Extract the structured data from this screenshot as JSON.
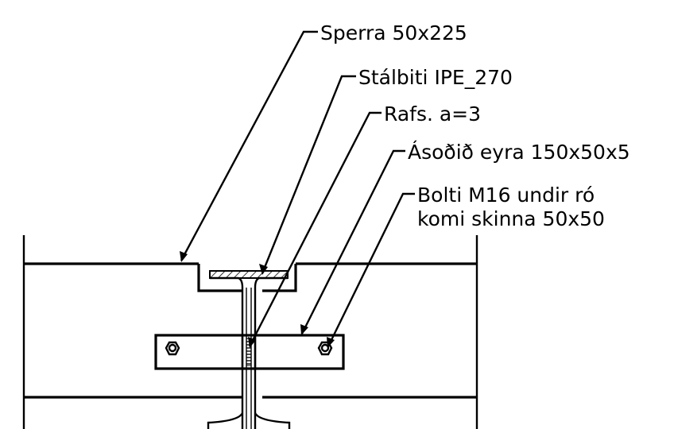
{
  "labels": {
    "sperra": "Sperra 50x225",
    "stalbiti": "Stálbiti IPE_270",
    "rafs": "Rafs. a=3",
    "asodid": "Ásoðið eyra 150x50x5",
    "bolti_line1": "Bolti M16 undir ró",
    "bolti_line2": "komi skinna 50x50"
  },
  "colors": {
    "ink": "#000000",
    "paper": "#ffffff"
  }
}
